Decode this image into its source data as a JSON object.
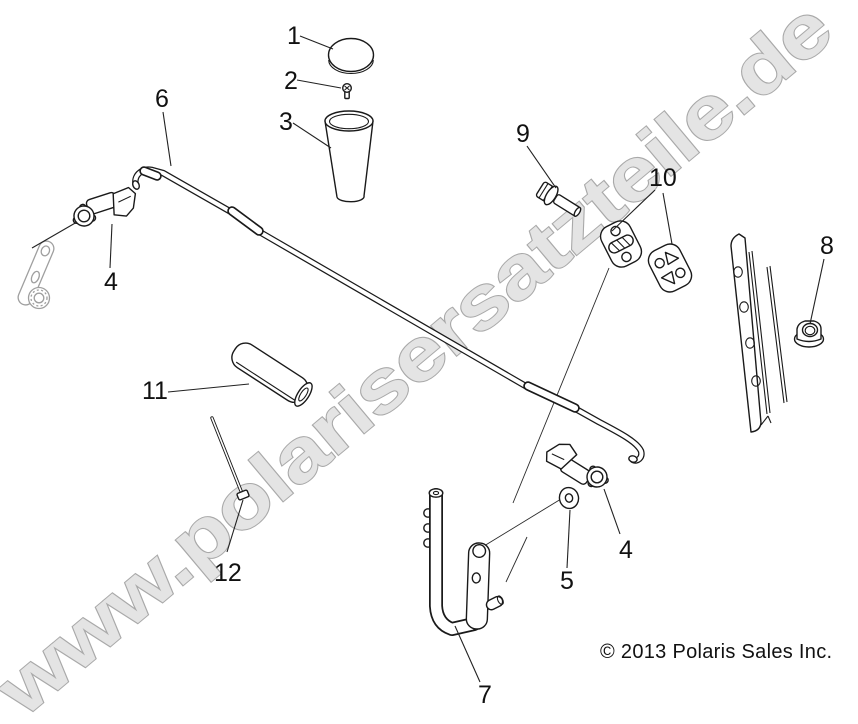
{
  "watermark": {
    "text": "www.polarisersatzteile.de"
  },
  "footer": {
    "copyright": "© 2013 Polaris Sales Inc."
  },
  "colors": {
    "background": "#ffffff",
    "line_art": "#1a1a1a",
    "watermark_fill": "#e4e4e4",
    "watermark_outline": "#a9a9a9"
  },
  "diagram": {
    "kind": "exploded-parts-diagram",
    "subject": "Gear selector / shift lever linkage",
    "callouts": [
      {
        "label": "1",
        "part": "shift-knob-cap"
      },
      {
        "label": "2",
        "part": "knob-screw"
      },
      {
        "label": "3",
        "part": "shift-knob-cone"
      },
      {
        "label": "6",
        "part": "shift-rod"
      },
      {
        "label": "4",
        "part": "rod-clamp-upper"
      },
      {
        "label": "9",
        "part": "flange-bolt"
      },
      {
        "label": "10",
        "part": "rubber-coupler-halves"
      },
      {
        "label": "8",
        "part": "flange-nut"
      },
      {
        "label": "11",
        "part": "grip-tube"
      },
      {
        "label": "12",
        "part": "pin-rod"
      },
      {
        "label": "5",
        "part": "washer"
      },
      {
        "label": "4",
        "part": "rod-clamp-lower"
      },
      {
        "label": "7",
        "part": "shift-lever-shaft"
      }
    ]
  }
}
